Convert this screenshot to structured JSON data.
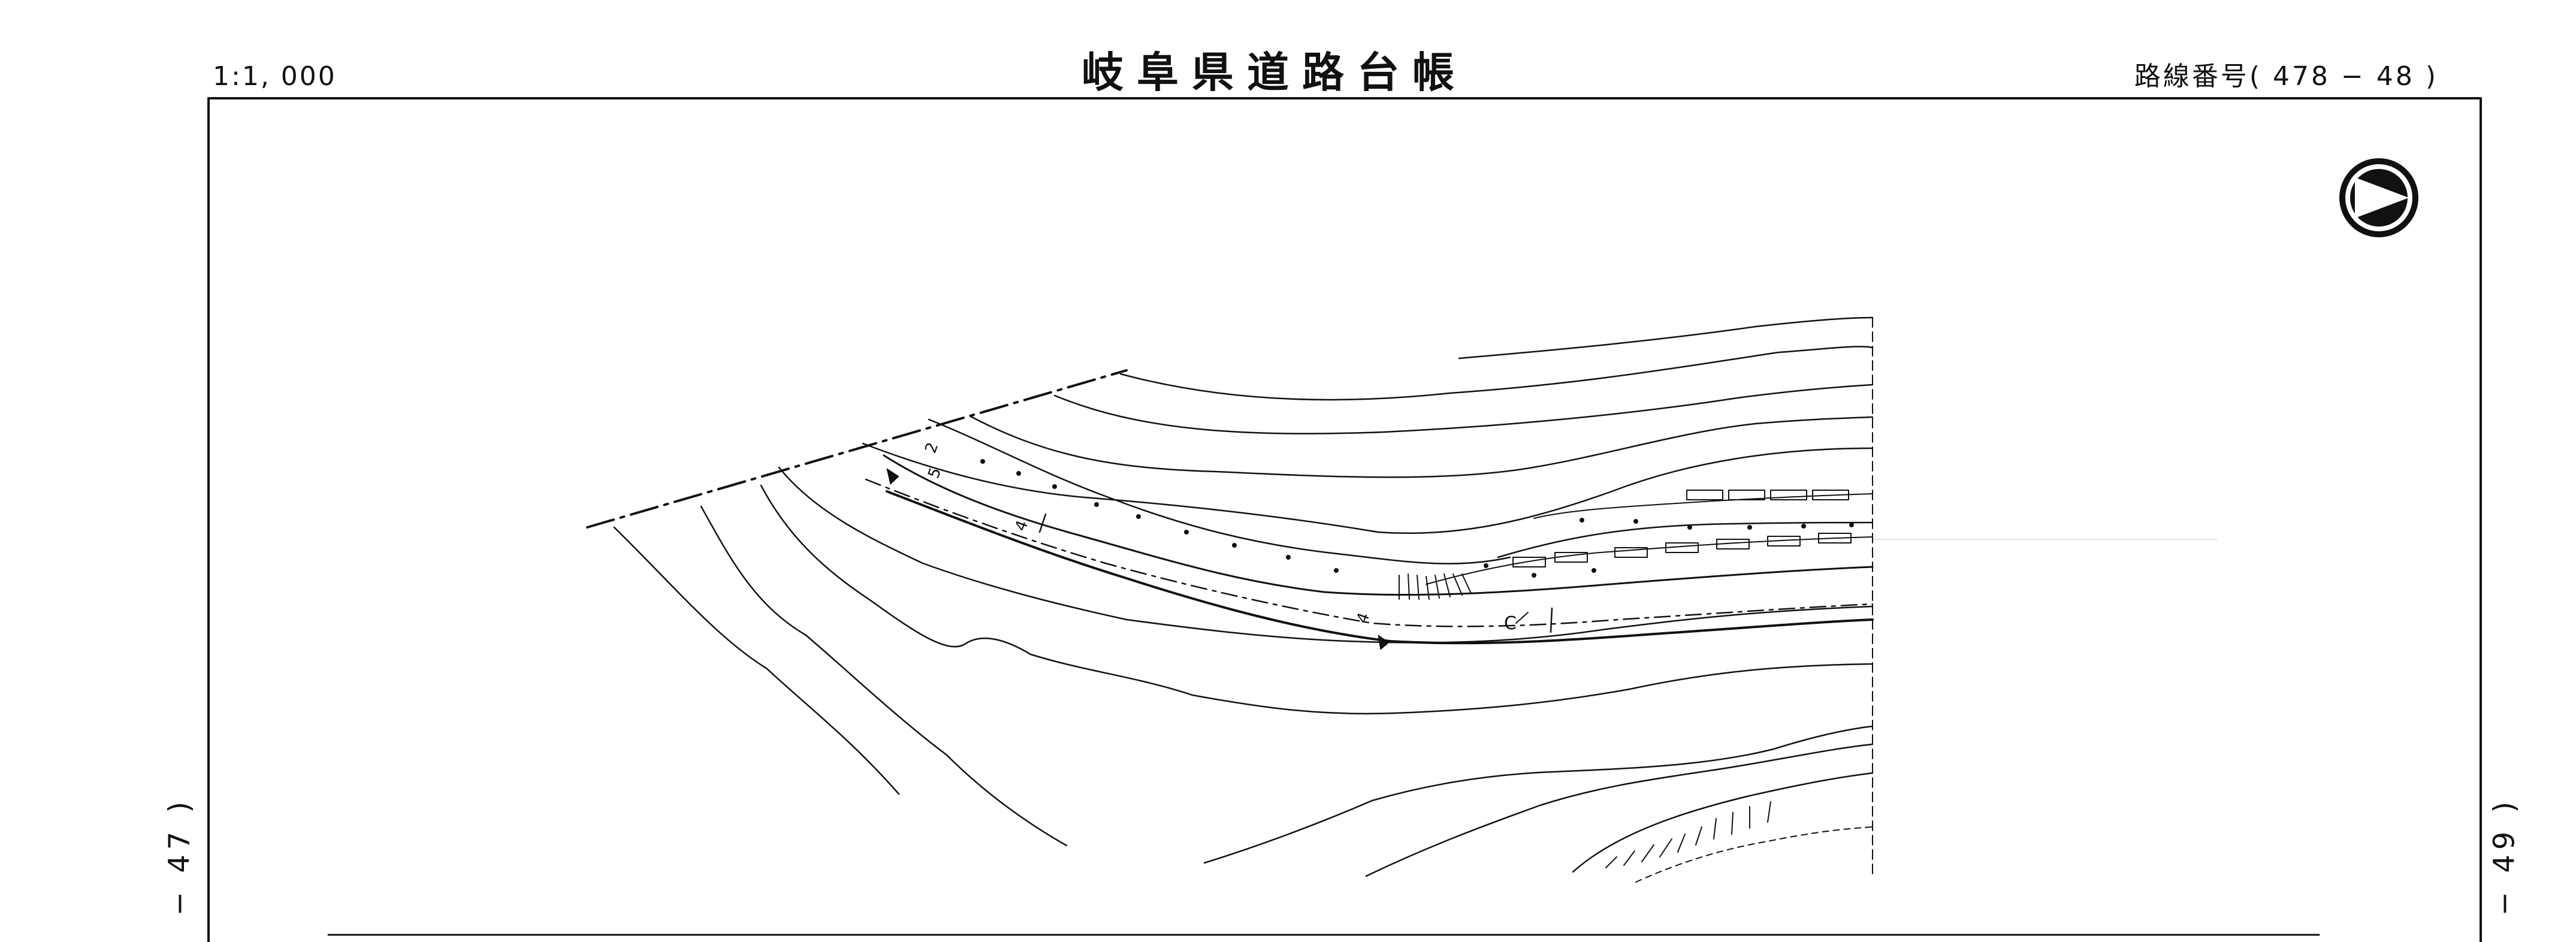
{
  "header": {
    "scale": "1:1, 000",
    "title": "岐阜県道路台帳",
    "route": "路線番号( 478 − 48 )"
  },
  "sheets": {
    "left": "− 47 )",
    "right": "− 49 )"
  },
  "map": {
    "north_arrow": "north-arrow-icon",
    "road_labels": [
      "2",
      "5",
      "4",
      "4",
      "C"
    ]
  },
  "colors": {
    "ink": "#111111",
    "paper": "#ffffff"
  }
}
